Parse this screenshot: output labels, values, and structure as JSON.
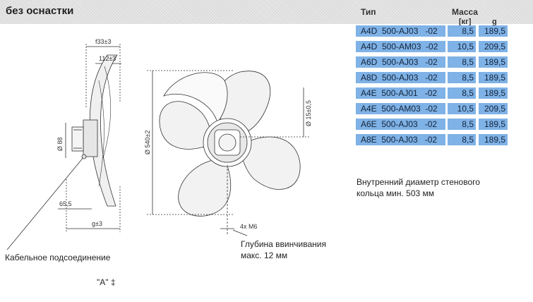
{
  "header": {
    "section_title": "без оснастки",
    "col_type": "Тип",
    "col_mass": "Масса",
    "unit_kg": "[кг]",
    "unit_g": "g"
  },
  "models": [
    {
      "type": "A4D  500-AJ03   -02",
      "mass_kg": "8,5",
      "g": "189,5"
    },
    {
      "type": "A4D  500-AM03  -02",
      "mass_kg": "10,5",
      "g": "209,5"
    },
    {
      "type": "A6D  500-AJ03   -02",
      "mass_kg": "8,5",
      "g": "189,5"
    },
    {
      "type": "A8D  500-AJ03   -02",
      "mass_kg": "8,5",
      "g": "189,5"
    },
    {
      "type": "A4E  500-AJ01   -02",
      "mass_kg": "8,5",
      "g": "189,5"
    },
    {
      "type": "A4E  500-AM03  -02",
      "mass_kg": "10,5",
      "g": "209,5"
    },
    {
      "type": "A6E  500-AJ03   -02",
      "mass_kg": "8,5",
      "g": "189,5"
    },
    {
      "type": "A8E  500-AJ03   -02",
      "mass_kg": "8,5",
      "g": "189,5"
    }
  ],
  "notes": {
    "inner_line1": "Внутренний диаметр стенового",
    "inner_line2": "кольца мин. 503 мм",
    "cable": "Кабельное подсоединение",
    "depth_line1": "Глубина ввинчивания",
    "depth_line2": "макс. 12 мм",
    "view_a": "\"A\" ‡"
  },
  "dimensions": {
    "side_width_top": "f33±3",
    "side_width_second": "112±3",
    "side_height": "Ø 88",
    "side_offset": "65,5",
    "side_bottom": "g±3",
    "front_diameter": "Ø 540±2",
    "front_right": "Ø 15±0,5",
    "front_bolt": "4x M6"
  },
  "colors": {
    "table_fill": "#7fb2e6",
    "drawing_line": "#333333"
  }
}
